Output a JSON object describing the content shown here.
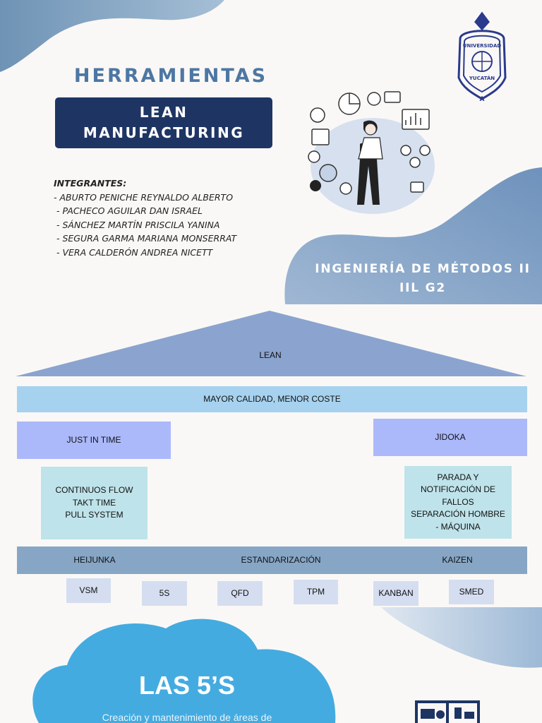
{
  "header": {
    "title": "HERRAMIENTAS",
    "subtitle_line1": "LEAN",
    "subtitle_line2": "MANUFACTURING"
  },
  "members": {
    "heading": "INTEGRANTES:",
    "list": [
      "- ABURTO PENICHE REYNALDO ALBERTO",
      " - PACHECO AGUILAR DAN ISRAEL",
      " - SÁNCHEZ MARTÍN PRISCILA YANINA",
      " - SEGURA GARMA MARIANA MONSERRAT",
      " - VERA CALDERÓN ANDREA NICETT"
    ]
  },
  "course": {
    "line1": "INGENIERÍA DE MÉTODOS II",
    "line2": "IIL G2"
  },
  "house": {
    "roof": "LEAN",
    "beam": "MAYOR CALIDAD, MENOR COSTE",
    "pillar_left": "JUST IN TIME",
    "pillar_right": "JIDOKA",
    "left_sub": [
      "CONTINUOS FLOW",
      "TAKT TIME",
      "PULL SYSTEM"
    ],
    "right_sub": [
      "PARADA Y",
      "NOTIFICACIÓN DE",
      "FALLOS",
      "SEPARACIÓN HOMBRE",
      "- MÁQUINA"
    ],
    "base": [
      "HEIJUNKA",
      "ESTANDARIZACIÓN",
      "KAIZEN"
    ],
    "tools": [
      "VSM",
      "5S",
      "QFD",
      "TPM",
      "KANBAN",
      "SMED"
    ]
  },
  "fives": {
    "title": "LAS 5’S",
    "subtitle": "Creación y mantenimiento de áreas de"
  },
  "colors": {
    "navy": "#1e3564",
    "title_blue": "#4d77a3",
    "roof": "#8aa4cf",
    "cloud": "#44abe0"
  },
  "icons": [
    "university-seal-icon",
    "woman-data-illustration",
    "shelf-icon"
  ]
}
